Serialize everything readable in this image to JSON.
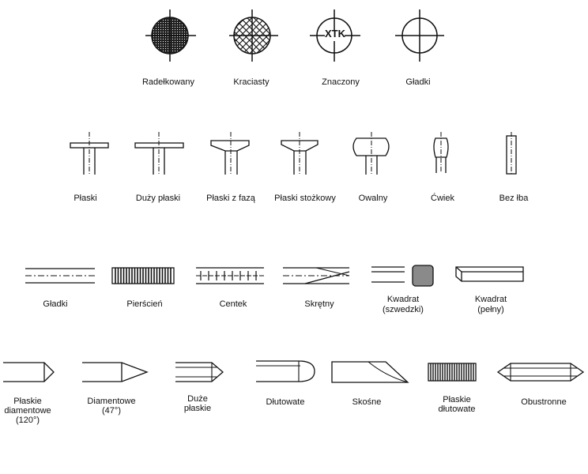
{
  "row1": {
    "radelkowany": "Radełkowany",
    "kraciasty": "Kraciasty",
    "znaczony": "Znaczony",
    "znaczony_mark": "XTK",
    "gladki": "Gładki"
  },
  "row2": {
    "plaski": "Płaski",
    "duzy_plaski": "Duży płaski",
    "plaski_z_faza": "Płaski z fazą",
    "plaski_stozkowy": "Płaski stożkowy",
    "owalny": "Owalny",
    "cwiek": "Ćwiek",
    "bez_leba": "Bez łba"
  },
  "row3": {
    "gladki": "Gładki",
    "pierscien": "Pierścień",
    "centek": "Centek",
    "skretny": "Skrętny",
    "kwadrat_szwedzki_1": "Kwadrat",
    "kwadrat_szwedzki_2": "(szwedzki)",
    "kwadrat_pelny_1": "Kwadrat",
    "kwadrat_pelny_2": "(pełny)"
  },
  "row4": {
    "plaskie_diamentowe_1": "Płaskie",
    "plaskie_diamentowe_2": "diamentowe",
    "plaskie_diamentowe_3": "(120°)",
    "diamentowe_1": "Diamentowe",
    "diamentowe_2": "(47°)",
    "duze_plaskie_1": "Duże",
    "duze_plaskie_2": "płaskie",
    "dlutowate": "Dłutowate",
    "skosne": "Skośne",
    "plaskie_dlutowate_1": "Płaskie",
    "plaskie_dlutowate_2": "dłutowate",
    "obustronne": "Obustronne"
  }
}
